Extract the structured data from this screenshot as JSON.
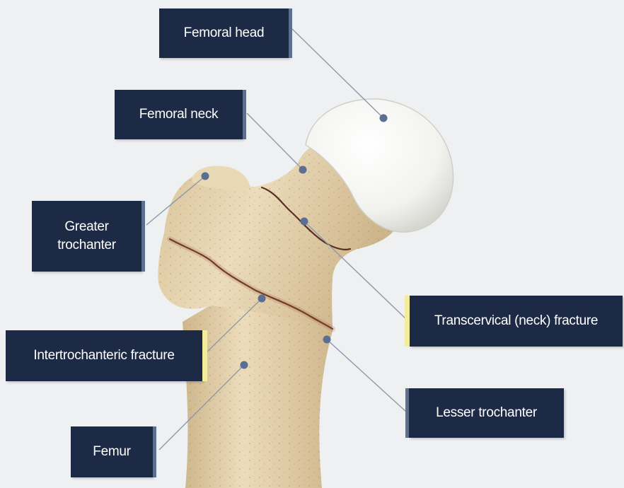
{
  "labels": {
    "femoral_head": "Femoral head",
    "femoral_neck": "Femoral neck",
    "greater_trochanter": "Greater\ntrochanter",
    "transcervical_fracture": "Transcervical (neck) fracture",
    "intertrochanteric_fracture": "Intertrochanteric fracture",
    "lesser_trochanter": "Lesser trochanter",
    "femur": "Femur"
  },
  "colors": {
    "background": "#eef0f2",
    "label_box": "#1c2a45",
    "label_edge": "#5c6f8f",
    "fracture_highlight": "#f3ec9a",
    "leader_line": "#8d99ab",
    "marker_dot": "#5a6f92",
    "bone": "#e8d9b9",
    "femoral_head": "#f4f4f2",
    "fracture_line": "#5a2e22"
  }
}
